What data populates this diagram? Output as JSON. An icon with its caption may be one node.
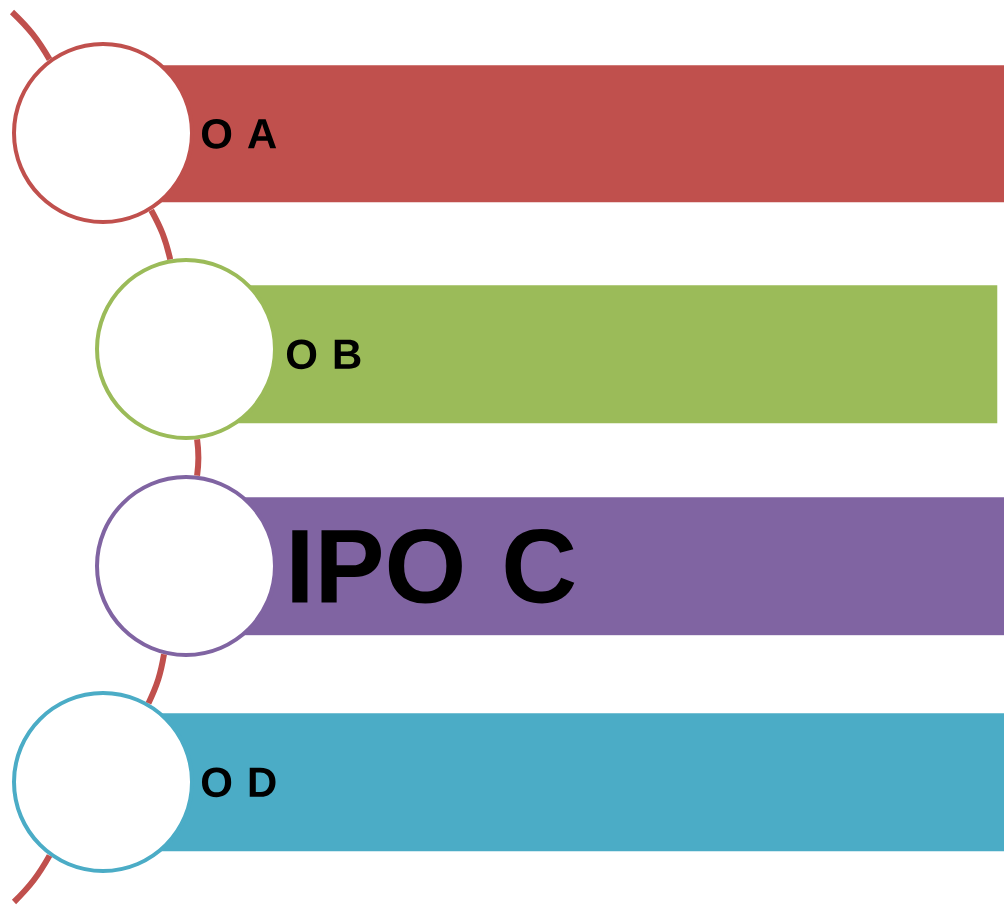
{
  "diagram": {
    "nodes": [
      {
        "text": [
          "O A"
        ]
      },
      {
        "text": [],
        "shape": "circle"
      },
      {
        "text": [
          "O B"
        ]
      },
      {
        "text": [],
        "shape": "circle"
      },
      {
        "text": [
          "IPO C"
        ]
      },
      {
        "text": [],
        "shape": "circle"
      },
      {
        "text": [
          "O D"
        ]
      },
      {
        "text": [],
        "shape": "circle"
      }
    ],
    "edges": [
      {
        "from": null,
        "to": 1,
        "arrow": "none"
      },
      {
        "from": 1,
        "to": 3,
        "arrow": "none"
      },
      {
        "from": 3,
        "to": 5,
        "arrow": "none"
      },
      {
        "from": 5,
        "to": 7,
        "arrow": "none"
      },
      {
        "from": 7,
        "to": null,
        "arrow": "none"
      }
    ]
  }
}
